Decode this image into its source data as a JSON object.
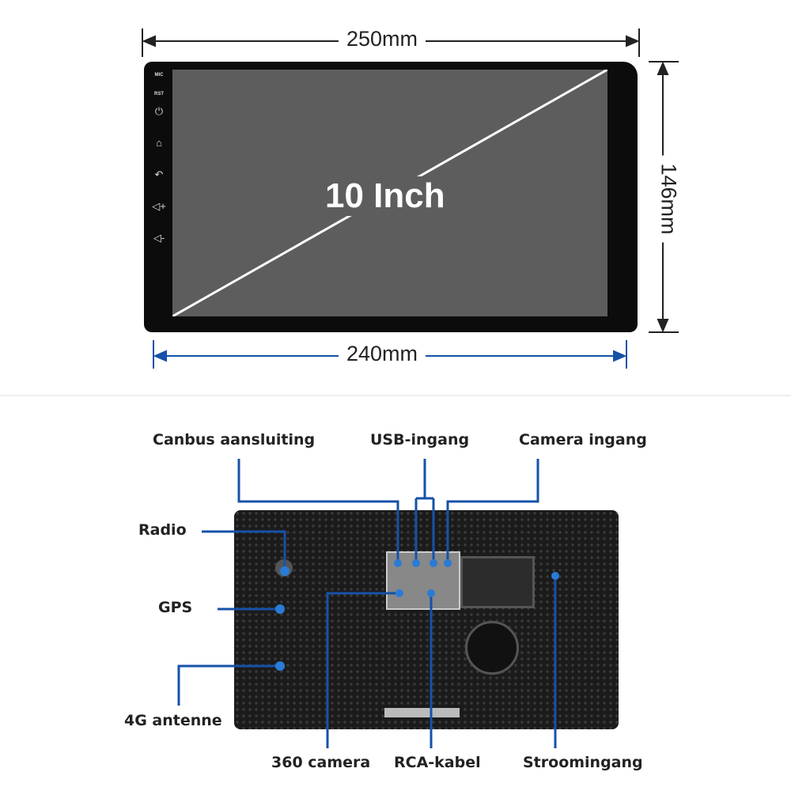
{
  "dimensions": {
    "width_top": "250mm",
    "height": "146mm",
    "width_bottom": "240mm"
  },
  "screen": {
    "size_label": "10 Inch",
    "side_labels": {
      "mic": "MIC",
      "rst": "RST"
    },
    "side_buttons": [
      "power-icon",
      "home-icon",
      "back-icon",
      "volume-up-icon",
      "volume-down-icon"
    ]
  },
  "connectors": {
    "canbus": "Canbus aansluiting",
    "usb": "USB-ingang",
    "camera": "Camera ingang",
    "radio": "Radio",
    "gps": "GPS",
    "antenna_4g": "4G antenne",
    "camera_360": "360 camera",
    "rca": "RCA-kabel",
    "power": "Stroomingang"
  },
  "colors": {
    "line": "#1652a8",
    "dot": "#2a7bd6"
  }
}
